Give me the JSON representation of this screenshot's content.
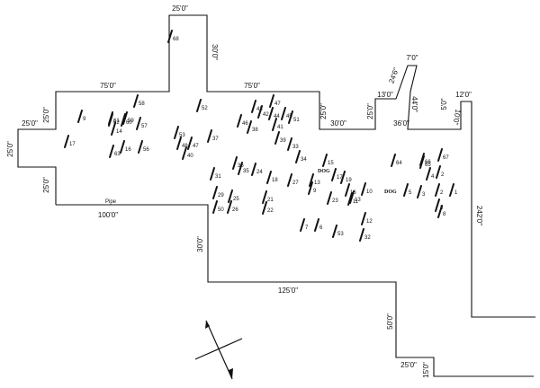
{
  "diagram": {
    "type": "excavation-plan",
    "boundary_dimensions": [
      {
        "id": "top-tower",
        "text": "25'0\""
      },
      {
        "id": "tower-right",
        "text": "30'0\""
      },
      {
        "id": "top-left",
        "text": "75'0\""
      },
      {
        "id": "top-mid",
        "text": "75'0\""
      },
      {
        "id": "left-upper-step",
        "text": "25'0\""
      },
      {
        "id": "left-step-top",
        "text": "25'0\""
      },
      {
        "id": "left-wall",
        "text": "25'0\""
      },
      {
        "id": "left-lower-step",
        "text": "25'0\""
      },
      {
        "id": "bottom-left",
        "text": "100'0\""
      },
      {
        "id": "notch1-left",
        "text": "25'0\""
      },
      {
        "id": "notch1-bottom",
        "text": "30'0\""
      },
      {
        "id": "notch1-right",
        "text": "25'0\""
      },
      {
        "id": "step-13",
        "text": "13'0\""
      },
      {
        "id": "curve-outer",
        "text": "24'6\""
      },
      {
        "id": "curve-top",
        "text": "7'0\""
      },
      {
        "id": "curve-inner",
        "text": "44'0\""
      },
      {
        "id": "notch2-bottom",
        "text": "36'0\""
      },
      {
        "id": "small-5",
        "text": "5'0\""
      },
      {
        "id": "small-10",
        "text": "10'0\""
      },
      {
        "id": "top-right",
        "text": "12'0\""
      },
      {
        "id": "right-wall",
        "text": "242'0\""
      },
      {
        "id": "center-down",
        "text": "30'0\""
      },
      {
        "id": "bottom-mid",
        "text": "125'0\""
      },
      {
        "id": "lower-step-wall",
        "text": "50'0\""
      },
      {
        "id": "lower-step-bottom",
        "text": "25'0\""
      },
      {
        "id": "lower-step-small",
        "text": "15'0\""
      }
    ],
    "specimens": [
      {
        "label": "68"
      },
      {
        "label": "62"
      },
      {
        "label": "60"
      },
      {
        "label": "58"
      },
      {
        "label": "61"
      },
      {
        "label": "59"
      },
      {
        "label": "57"
      },
      {
        "label": "14"
      },
      {
        "label": "63"
      },
      {
        "label": "16"
      },
      {
        "label": "56"
      },
      {
        "label": "52"
      },
      {
        "label": "53"
      },
      {
        "label": "48"
      },
      {
        "label": "47"
      },
      {
        "label": "40"
      },
      {
        "label": "37"
      },
      {
        "label": "43"
      },
      {
        "label": "42"
      },
      {
        "label": "46"
      },
      {
        "label": "38"
      },
      {
        "label": "47"
      },
      {
        "label": "44"
      },
      {
        "label": "45"
      },
      {
        "label": "41"
      },
      {
        "label": "51"
      },
      {
        "label": "39"
      },
      {
        "label": "33"
      },
      {
        "label": "34"
      },
      {
        "label": "36"
      },
      {
        "label": "35"
      },
      {
        "label": "31"
      },
      {
        "label": "24"
      },
      {
        "label": "29"
      },
      {
        "label": "50"
      },
      {
        "label": "26"
      },
      {
        "label": "25"
      },
      {
        "label": "21"
      },
      {
        "label": "22"
      },
      {
        "label": "18"
      },
      {
        "label": "27"
      },
      {
        "label": "15"
      },
      {
        "label": "17"
      },
      {
        "label": "19"
      },
      {
        "label": "13"
      },
      {
        "label": "9"
      },
      {
        "label": "23"
      },
      {
        "label": "16"
      },
      {
        "label": "10"
      },
      {
        "label": "11"
      },
      {
        "label": "13"
      },
      {
        "label": "12"
      },
      {
        "label": "7"
      },
      {
        "label": "6"
      },
      {
        "label": "53"
      },
      {
        "label": "32"
      },
      {
        "label": "64"
      },
      {
        "label": "66"
      },
      {
        "label": "65"
      },
      {
        "label": "67"
      },
      {
        "label": "4"
      },
      {
        "label": "2"
      },
      {
        "label": "5"
      },
      {
        "label": "3"
      },
      {
        "label": "2"
      },
      {
        "label": "1"
      },
      {
        "label": "3"
      },
      {
        "label": "8"
      },
      {
        "label": "17"
      },
      {
        "label": "9"
      }
    ],
    "dog_labels": [
      "DOG",
      "DOG"
    ],
    "pipe_label": "Pipe",
    "compass": {
      "name": "north-arrow"
    }
  }
}
